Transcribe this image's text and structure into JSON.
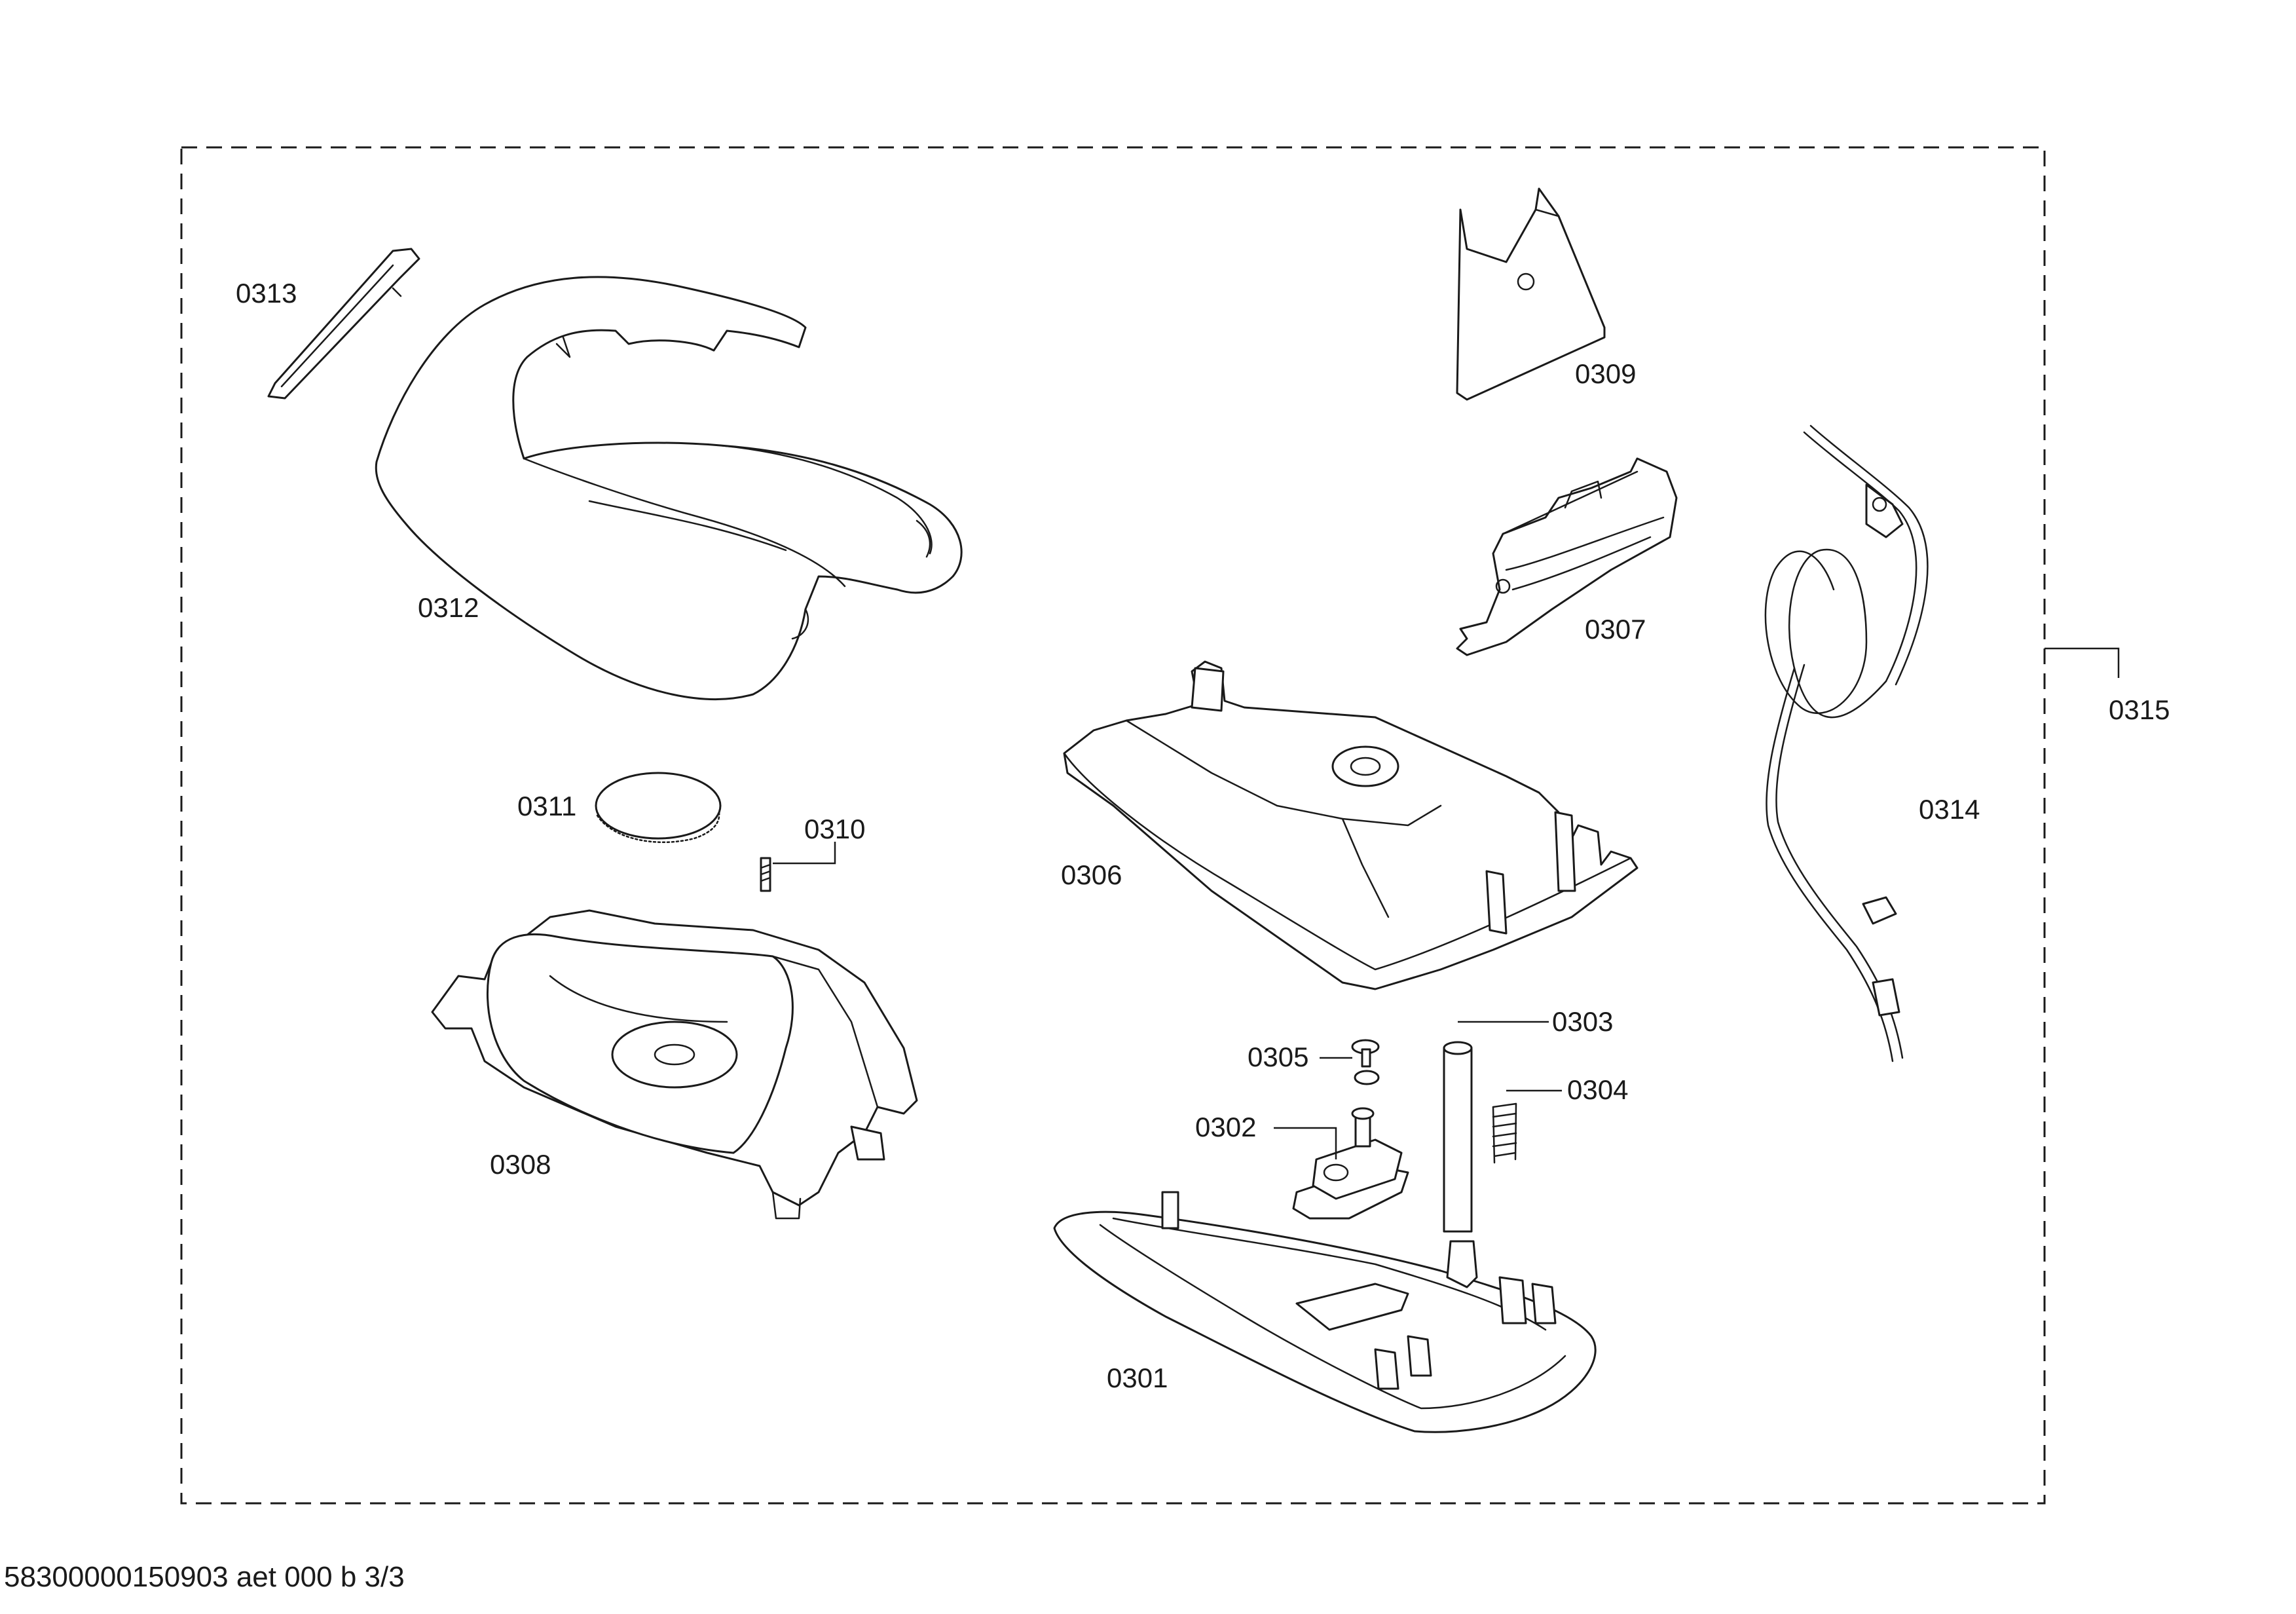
{
  "diagram": {
    "footer_text": "58300000150903 aet 000 b 3/3",
    "parts": {
      "p0301": "0301",
      "p0302": "0302",
      "p0303": "0303",
      "p0304": "0304",
      "p0305": "0305",
      "p0306": "0306",
      "p0307": "0307",
      "p0308": "0308",
      "p0309": "0309",
      "p0310": "0310",
      "p0311": "0311",
      "p0312": "0312",
      "p0313": "0313",
      "p0314": "0314",
      "p0315": "0315"
    }
  }
}
